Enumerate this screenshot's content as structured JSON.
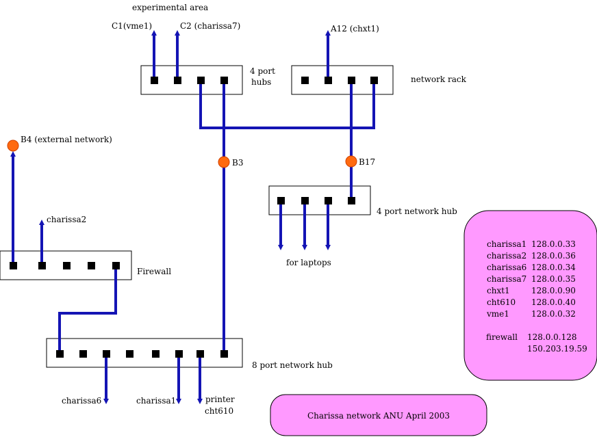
{
  "colors": {
    "wire": "#1414b4",
    "node": "#ff6a10",
    "port": "#000000",
    "panel": "#ff99ff",
    "background": "#ffffff"
  },
  "labels": {
    "experimental_area": "experimental area",
    "c1": "C1(vme1)",
    "c2": "C2 (charissa7)",
    "a12": "A12 (chxt1)",
    "hubs_line1": "4 port",
    "hubs_line2": "hubs",
    "network_rack": "network rack",
    "b4": "B4 (external network)",
    "b3": "B3",
    "b17": "B17",
    "hub4_laptops": "4 port network hub",
    "for_laptops": "for laptops",
    "charissa2": "charissa2",
    "firewall": "Firewall",
    "hub8": "8 port network hub",
    "charissa6": "charissa6",
    "charissa1": "charissa1",
    "printer_line1": "printer",
    "printer_line2": "cht610"
  },
  "address_table": [
    {
      "host": "charissa1",
      "ip": "128.0.0.33"
    },
    {
      "host": "charissa2",
      "ip": "128.0.0.36"
    },
    {
      "host": "charissa6",
      "ip": "128.0.0.34"
    },
    {
      "host": "charissa7",
      "ip": "128.0.0.35"
    },
    {
      "host": "chxt1",
      "ip": "128.0.0.90"
    },
    {
      "host": "cht610",
      "ip": "128.0.0.40"
    },
    {
      "host": "vme1",
      "ip": "128.0.0.32"
    }
  ],
  "firewall_addresses": {
    "host": "firewall",
    "ip1": "128.0.0.128",
    "ip2": "150.203.19.59"
  },
  "caption": "Charissa network ANU April 2003"
}
